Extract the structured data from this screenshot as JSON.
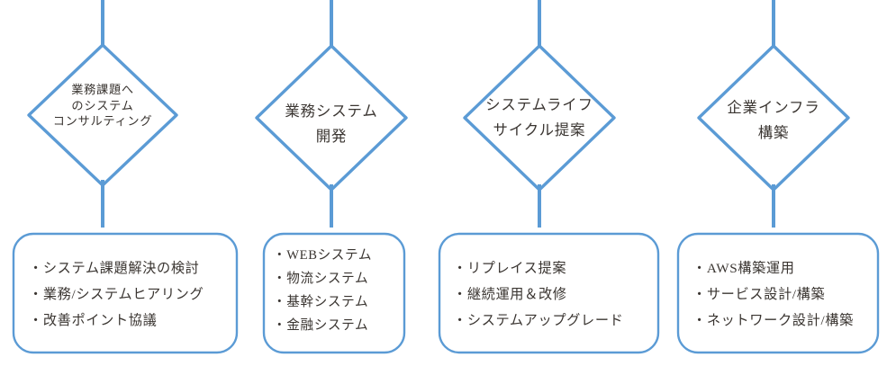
{
  "theme": {
    "line_color": "#5B9BD5",
    "text_color": "#3A3531",
    "background": "#FFFFFF"
  },
  "diagram": {
    "type": "process-flow",
    "columns": [
      {
        "id": "consulting",
        "node": {
          "shape": "diamond",
          "lines": [
            "業務課題へ",
            "のシステム",
            "コンサルティング"
          ],
          "text": "業務課題へ\nのシステム\nコンサルティング",
          "size": "small"
        },
        "detail_box": {
          "shape": "rounded-rect",
          "items": [
            "・システム課題解決の検討",
            "・業務/システムヒアリング",
            "・改善ポイント協議"
          ]
        }
      },
      {
        "id": "system-development",
        "node": {
          "shape": "diamond",
          "lines": [
            "業務システム",
            "開発"
          ],
          "text": "業務システム\n開発",
          "size": "big"
        },
        "detail_box": {
          "shape": "rounded-rect",
          "items": [
            "・WEBシステム",
            "・物流システム",
            "・基幹システム",
            "・金融システム"
          ]
        }
      },
      {
        "id": "lifecycle-proposal",
        "node": {
          "shape": "diamond",
          "lines": [
            "システムライフ",
            "サイクル提案"
          ],
          "text": "システムライフ\nサイクル提案",
          "size": "big"
        },
        "detail_box": {
          "shape": "rounded-rect",
          "items": [
            "・リプレイス提案",
            "・継続運用＆改修",
            "・システムアップグレード"
          ]
        }
      },
      {
        "id": "enterprise-infrastructure",
        "node": {
          "shape": "diamond",
          "lines": [
            "企業インフラ",
            "構築"
          ],
          "text": "企業インフラ\n構築",
          "size": "big"
        },
        "detail_box": {
          "shape": "rounded-rect",
          "items": [
            "・AWS構築運用",
            "・サービス設計/構築",
            "・ネットワーク設計/構築"
          ]
        }
      }
    ]
  }
}
